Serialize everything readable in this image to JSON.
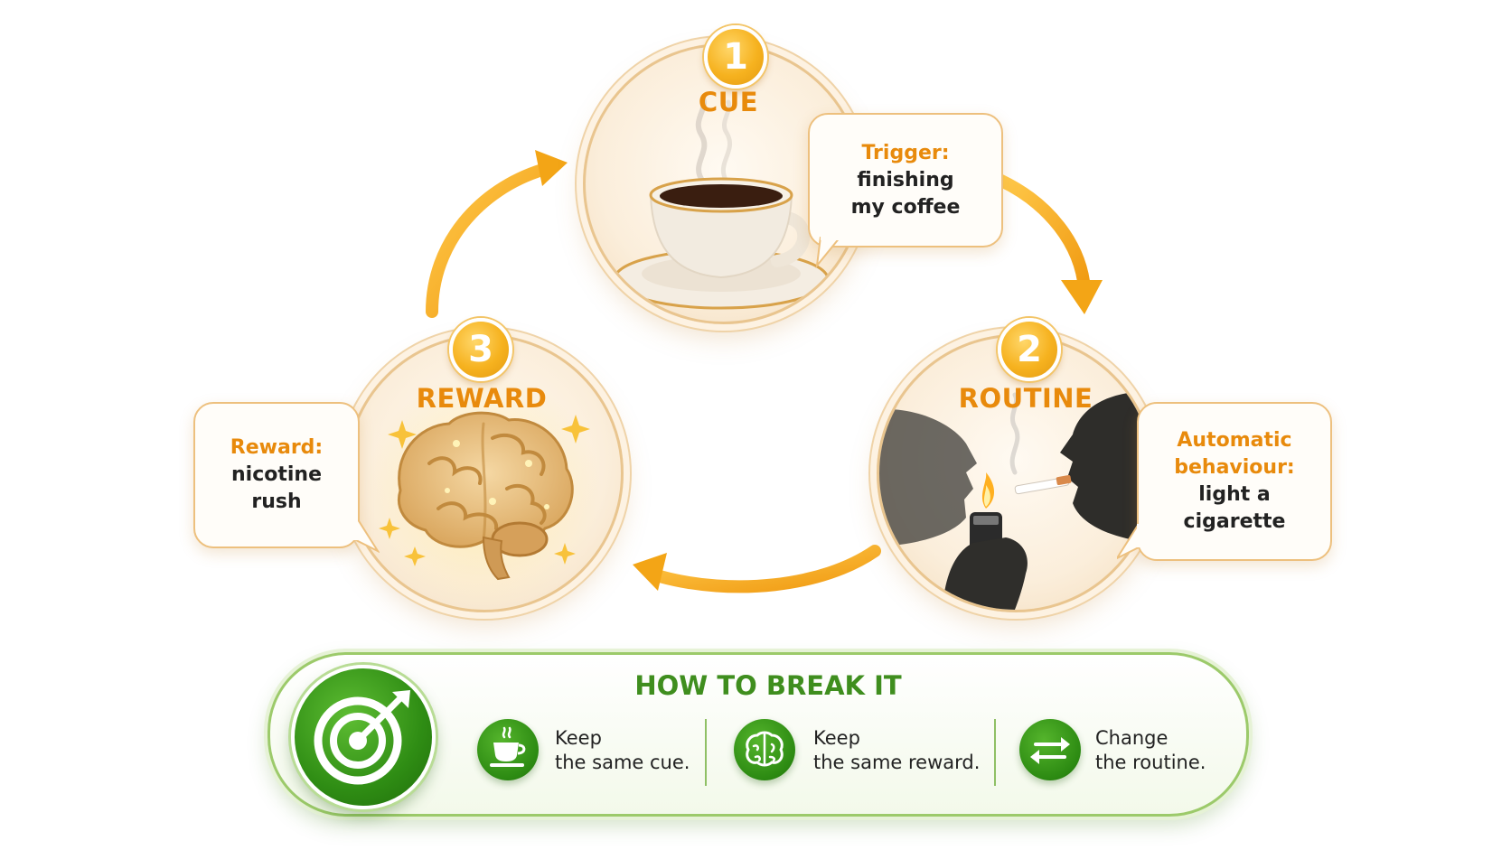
{
  "stages": [
    {
      "number": "1",
      "title": "CUE",
      "bubble_head": "Trigger:",
      "bubble_lines": [
        "finishing",
        "my coffee"
      ],
      "icon": "coffee-cup-icon"
    },
    {
      "number": "2",
      "title": "ROUTINE",
      "bubble_head": "Automatic",
      "bubble_head2": "behaviour:",
      "bubble_lines": [
        "light a",
        "cigarette"
      ],
      "icon": "lighting-cigarette-icon"
    },
    {
      "number": "3",
      "title": "REWARD",
      "bubble_head": "Reward:",
      "bubble_lines": [
        "nicotine",
        "rush"
      ],
      "icon": "glowing-brain-icon"
    }
  ],
  "break_panel": {
    "title": "HOW TO BREAK IT",
    "icon": "target-arrow-icon",
    "tips": [
      {
        "icon": "coffee-cup-icon",
        "line1": "Keep",
        "line2": "the same cue."
      },
      {
        "icon": "brain-icon",
        "line1": "Keep",
        "line2": "the same reward."
      },
      {
        "icon": "swap-arrows-icon",
        "line1": "Change",
        "line2": "the routine."
      }
    ]
  },
  "colors": {
    "orange": "#e88a0c",
    "gold": "#f6b21f",
    "green": "#3f8e1e",
    "text": "#222222"
  }
}
